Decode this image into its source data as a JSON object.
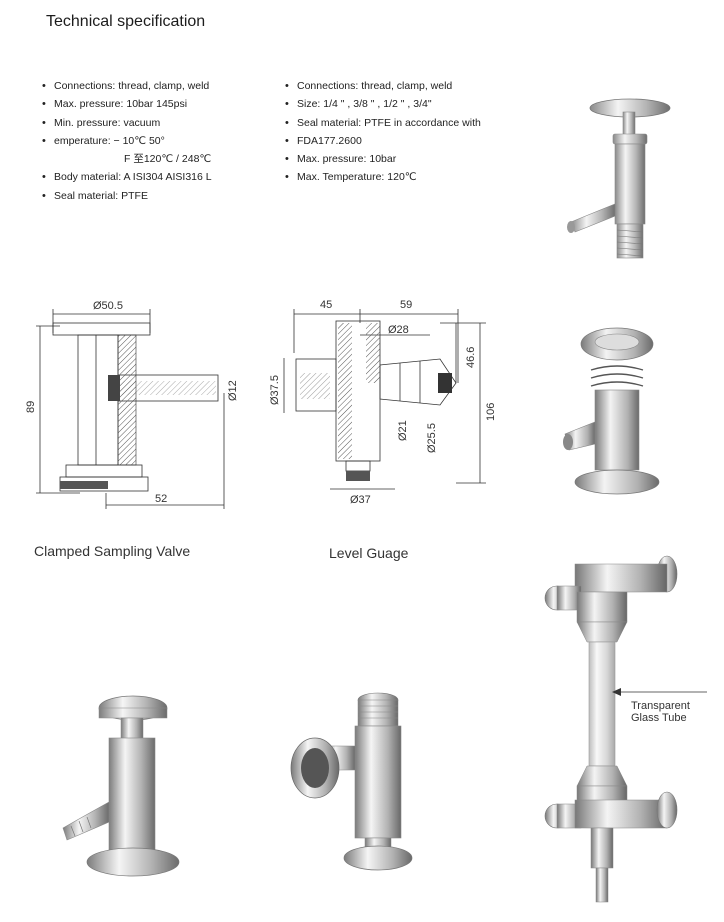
{
  "title": "Technical specification",
  "specs_left": [
    "Connections: thread, clamp, weld",
    "Max. pressure: 10bar  145psi",
    "Min. pressure: vacuum",
    "emperature: − 10℃   50°",
    "F 至120℃ / 248℃",
    "Body material:  A ISI304        AISI316 L",
    "Seal material: PTFE"
  ],
  "specs_right": [
    "Connections: thread, clamp, weld",
    "Size: 1/4 \" , 3/8 \" , 1/2 \" , 3/4\"",
    "Seal material: PTFE    in accordance with",
    "FDA177.2600",
    "Max. pressure: 10bar",
    "Max. Temperature: 120℃"
  ],
  "drawing_left": {
    "dim_top": "Ø50.5",
    "dim_height": "89",
    "dim_outlet": "Ø12",
    "dim_length": "52"
  },
  "drawing_right": {
    "dim_top_left": "45",
    "dim_top_right": "59",
    "dim_inner": "Ø28",
    "dim_left": "Ø37.5",
    "dim_right_upper": "46.6",
    "dim_right_total": "106",
    "dim_bore": "Ø21",
    "dim_bore2": "Ø25.5",
    "dim_bottom": "Ø37"
  },
  "captions": {
    "clamped": "Clamped Sampling Valve",
    "level": "Level Guage"
  },
  "annotation": {
    "line1": "Transparent",
    "line2": "Glass Tube"
  },
  "icons": [
    "valve-top-photo",
    "valve-cutaway-photo",
    "sampling-valve-photo",
    "level-gauge-photo",
    "glass-tube-gauge-photo"
  ],
  "colors": {
    "steel_light": "#e8e8e8",
    "steel_mid": "#b9b9b9",
    "steel_dark": "#6f6f6f",
    "hatch": "#555555"
  }
}
